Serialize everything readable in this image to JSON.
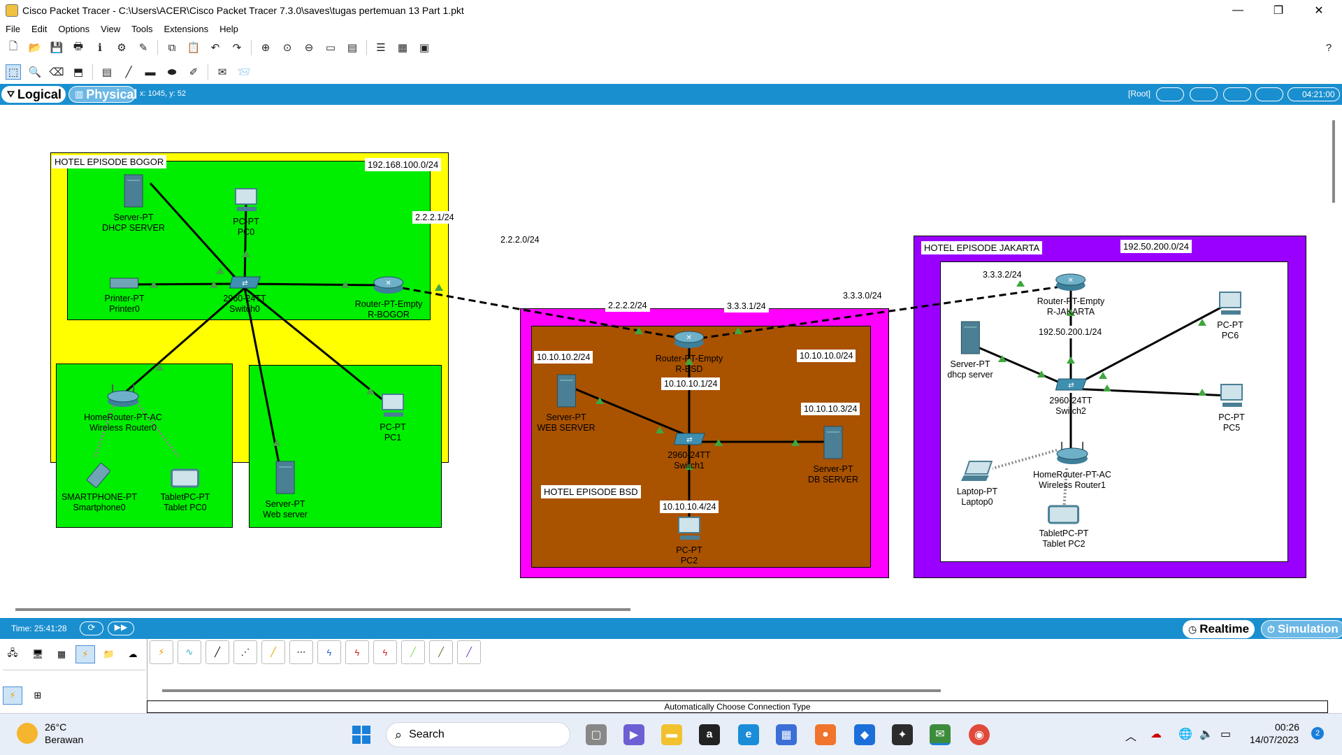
{
  "window": {
    "title": "Cisco Packet Tracer - C:\\Users\\ACER\\Cisco Packet Tracer 7.3.0\\saves\\tugas pertemuan 13 Part 1.pkt",
    "minimize": "—",
    "maximize": "❐",
    "close": "✕"
  },
  "menu": [
    "File",
    "Edit",
    "Options",
    "View",
    "Tools",
    "Extensions",
    "Help"
  ],
  "toolbar_help": "?",
  "modebar": {
    "logical": "Logical",
    "physical": "Physical",
    "coord": "x: 1045, y: 52",
    "root": "[Root]",
    "clock": "04:21:00"
  },
  "zones": {
    "bogor": {
      "label": "HOTEL EPISODE BOGOR",
      "net": "192.168.100.0/24"
    },
    "bsd": {
      "label": "HOTEL EPISODE BSD",
      "net": "10.10.10.0/24"
    },
    "jakarta": {
      "label": "HOTEL EPISODE JAKARTA",
      "net": "192.50.200.0/24"
    }
  },
  "links": {
    "ip_bogor": "2.2.2.1/24",
    "net_bogor_bsd": "2.2.2.0/24",
    "ip_bsd_left": "2.2.2.2/24",
    "ip_bsd_right": "3.3.3.1/24",
    "net_bsd_jkt": "3.3.3.0/24",
    "ip_jkt": "3.3.3.2/24",
    "ip_rjkt_lan": "192.50.200.1/24",
    "ip_rbsd_lan": "10.10.10.1/24",
    "ip_web": "10.10.10.2/24",
    "ip_db": "10.10.10.3/24",
    "ip_pc2": "10.10.10.4/24"
  },
  "devices": {
    "dhcp_server": [
      "Server-PT",
      "DHCP SERVER"
    ],
    "pc0": [
      "PC-PT",
      "PC0"
    ],
    "printer0": [
      "Printer-PT",
      "Printer0"
    ],
    "switch0": [
      "2960-24TT",
      "Switch0"
    ],
    "r_bogor": [
      "Router-PT-Empty",
      "R-BOGOR"
    ],
    "wr0": [
      "HomeRouter-PT-AC",
      "Wireless Router0"
    ],
    "pc1": [
      "PC-PT",
      "PC1"
    ],
    "web_server_bogor": [
      "Server-PT",
      "Web server"
    ],
    "smartphone0": [
      "SMARTPHONE-PT",
      "Smartphone0"
    ],
    "tablet0": [
      "TabletPC-PT",
      "Tablet PC0"
    ],
    "r_bsd": [
      "Router-PT-Empty",
      "R-BSD"
    ],
    "web_server_bsd": [
      "Server-PT",
      "WEB SERVER"
    ],
    "switch1": [
      "2960-24TT",
      "Switch1"
    ],
    "db_server": [
      "Server-PT",
      "DB SERVER"
    ],
    "pc2": [
      "PC-PT",
      "PC2"
    ],
    "r_jakarta": [
      "Router-PT-Empty",
      "R-JAKARTA"
    ],
    "dhcp_server_jkt": [
      "Server-PT",
      "dhcp server"
    ],
    "pc6": [
      "PC-PT",
      "PC6"
    ],
    "switch2": [
      "2960-24TT",
      "Switch2"
    ],
    "pc5": [
      "PC-PT",
      "PC5"
    ],
    "wr1": [
      "HomeRouter-PT-AC",
      "Wireless Router1"
    ],
    "laptop0": [
      "Laptop-PT",
      "Laptop0"
    ],
    "tablet2": [
      "TabletPC-PT",
      "Tablet PC2"
    ]
  },
  "time": "Time: 25:41:28",
  "realtime": "Realtime",
  "simulation": "Simulation",
  "status": "Automatically Choose Connection Type",
  "taskbar": {
    "temp": "26°C",
    "weather": "Berawan",
    "search": "Search",
    "time": "00:26",
    "date": "14/07/2023",
    "badge": "2"
  },
  "colors": {
    "bogor_outer": "#ffff00",
    "green": "#00ee00",
    "bsd_outer": "#ff00ff",
    "bsd_inner": "#a95200",
    "jakarta_outer": "#9900ff",
    "accent": "#1a8fcf"
  }
}
